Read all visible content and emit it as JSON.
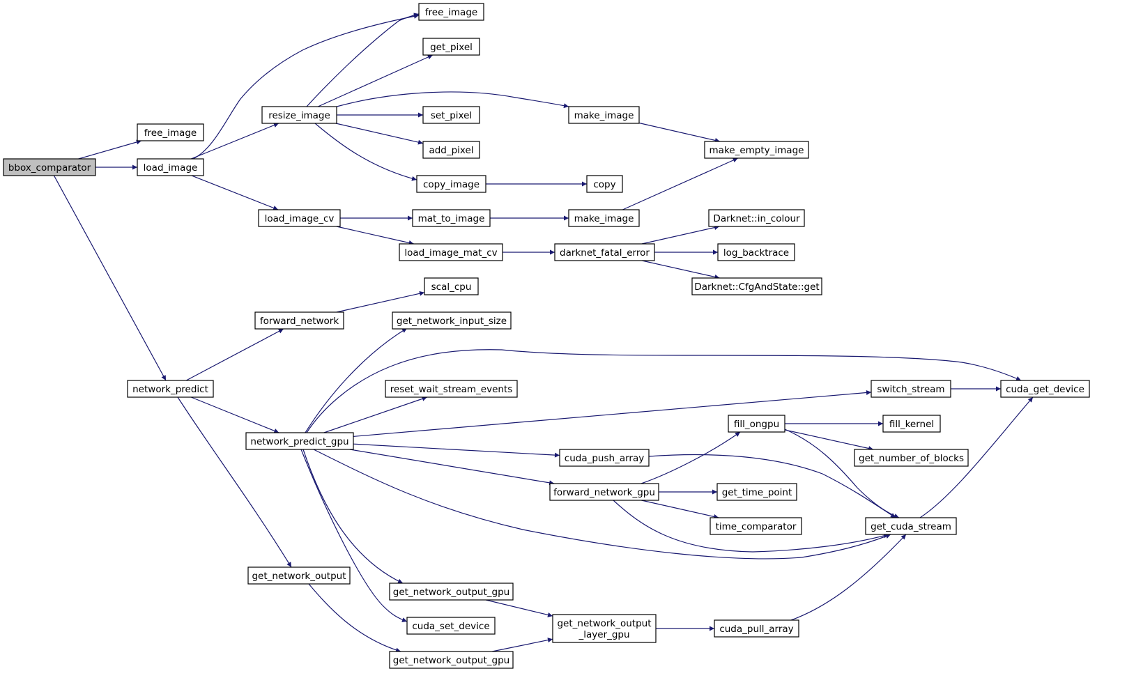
{
  "colors": {
    "edge": "#191970",
    "node_border": "#000000",
    "node_fill": "#ffffff",
    "root_fill": "#bfbfbf"
  },
  "nodes": [
    {
      "id": "bbox_comparator",
      "lines": [
        "bbox_comparator"
      ],
      "root": true
    },
    {
      "id": "free_image_1",
      "lines": [
        "free_image"
      ]
    },
    {
      "id": "load_image",
      "lines": [
        "load_image"
      ]
    },
    {
      "id": "network_predict",
      "lines": [
        "network_predict"
      ]
    },
    {
      "id": "free_image_2",
      "lines": [
        "free_image"
      ]
    },
    {
      "id": "get_pixel",
      "lines": [
        "get_pixel"
      ]
    },
    {
      "id": "resize_image",
      "lines": [
        "resize_image"
      ]
    },
    {
      "id": "set_pixel",
      "lines": [
        "set_pixel"
      ]
    },
    {
      "id": "add_pixel",
      "lines": [
        "add_pixel"
      ]
    },
    {
      "id": "copy_image",
      "lines": [
        "copy_image"
      ]
    },
    {
      "id": "make_image_1",
      "lines": [
        "make_image"
      ]
    },
    {
      "id": "make_empty_image",
      "lines": [
        "make_empty_image"
      ]
    },
    {
      "id": "copy",
      "lines": [
        "copy"
      ]
    },
    {
      "id": "load_image_cv",
      "lines": [
        "load_image_cv"
      ]
    },
    {
      "id": "mat_to_image",
      "lines": [
        "mat_to_image"
      ]
    },
    {
      "id": "make_image_2",
      "lines": [
        "make_image"
      ]
    },
    {
      "id": "load_image_mat_cv",
      "lines": [
        "load_image_mat_cv"
      ]
    },
    {
      "id": "darknet_fatal_error",
      "lines": [
        "darknet_fatal_error"
      ]
    },
    {
      "id": "in_colour",
      "lines": [
        "Darknet::in_colour"
      ]
    },
    {
      "id": "log_backtrace",
      "lines": [
        "log_backtrace"
      ]
    },
    {
      "id": "cfg_get",
      "lines": [
        "Darknet::CfgAndState::get"
      ]
    },
    {
      "id": "scal_cpu",
      "lines": [
        "scal_cpu"
      ]
    },
    {
      "id": "forward_network",
      "lines": [
        "forward_network"
      ]
    },
    {
      "id": "get_network_input_size",
      "lines": [
        "get_network_input_size"
      ]
    },
    {
      "id": "reset_wait_stream_events",
      "lines": [
        "reset_wait_stream_events"
      ]
    },
    {
      "id": "network_predict_gpu",
      "lines": [
        "network_predict_gpu"
      ]
    },
    {
      "id": "switch_stream",
      "lines": [
        "switch_stream"
      ]
    },
    {
      "id": "cuda_get_device",
      "lines": [
        "cuda_get_device"
      ]
    },
    {
      "id": "fill_ongpu",
      "lines": [
        "fill_ongpu"
      ]
    },
    {
      "id": "fill_kernel",
      "lines": [
        "fill_kernel"
      ]
    },
    {
      "id": "get_number_of_blocks",
      "lines": [
        "get_number_of_blocks"
      ]
    },
    {
      "id": "cuda_push_array",
      "lines": [
        "cuda_push_array"
      ]
    },
    {
      "id": "forward_network_gpu",
      "lines": [
        "forward_network_gpu"
      ]
    },
    {
      "id": "get_time_point",
      "lines": [
        "get_time_point"
      ]
    },
    {
      "id": "time_comparator",
      "lines": [
        "time_comparator"
      ]
    },
    {
      "id": "get_cuda_stream",
      "lines": [
        "get_cuda_stream"
      ]
    },
    {
      "id": "get_network_output",
      "lines": [
        "get_network_output"
      ]
    },
    {
      "id": "get_network_output_gpu_1",
      "lines": [
        "get_network_output_gpu"
      ]
    },
    {
      "id": "cuda_set_device",
      "lines": [
        "cuda_set_device"
      ]
    },
    {
      "id": "get_network_output_layer_gpu",
      "lines": [
        "get_network_output",
        "_layer_gpu"
      ]
    },
    {
      "id": "cuda_pull_array",
      "lines": [
        "cuda_pull_array"
      ]
    },
    {
      "id": "get_network_output_gpu_2",
      "lines": [
        "get_network_output_gpu"
      ]
    }
  ],
  "edges": [
    [
      "bbox_comparator",
      "free_image_1"
    ],
    [
      "bbox_comparator",
      "load_image"
    ],
    [
      "bbox_comparator",
      "network_predict"
    ],
    [
      "load_image",
      "free_image_2"
    ],
    [
      "load_image",
      "resize_image"
    ],
    [
      "load_image",
      "load_image_cv"
    ],
    [
      "resize_image",
      "free_image_2"
    ],
    [
      "resize_image",
      "get_pixel"
    ],
    [
      "resize_image",
      "set_pixel"
    ],
    [
      "resize_image",
      "add_pixel"
    ],
    [
      "resize_image",
      "copy_image"
    ],
    [
      "resize_image",
      "make_image_1"
    ],
    [
      "make_image_1",
      "make_empty_image"
    ],
    [
      "copy_image",
      "copy"
    ],
    [
      "load_image_cv",
      "mat_to_image"
    ],
    [
      "load_image_cv",
      "load_image_mat_cv"
    ],
    [
      "mat_to_image",
      "make_image_2"
    ],
    [
      "make_image_2",
      "make_empty_image"
    ],
    [
      "load_image_mat_cv",
      "darknet_fatal_error"
    ],
    [
      "darknet_fatal_error",
      "in_colour"
    ],
    [
      "darknet_fatal_error",
      "log_backtrace"
    ],
    [
      "darknet_fatal_error",
      "cfg_get"
    ],
    [
      "network_predict",
      "forward_network"
    ],
    [
      "network_predict",
      "network_predict_gpu"
    ],
    [
      "network_predict",
      "get_network_output"
    ],
    [
      "forward_network",
      "scal_cpu"
    ],
    [
      "network_predict_gpu",
      "get_network_input_size"
    ],
    [
      "network_predict_gpu",
      "reset_wait_stream_events"
    ],
    [
      "network_predict_gpu",
      "cuda_get_device"
    ],
    [
      "network_predict_gpu",
      "switch_stream"
    ],
    [
      "network_predict_gpu",
      "cuda_push_array"
    ],
    [
      "network_predict_gpu",
      "forward_network_gpu"
    ],
    [
      "network_predict_gpu",
      "get_cuda_stream"
    ],
    [
      "network_predict_gpu",
      "get_network_output_gpu_1"
    ],
    [
      "network_predict_gpu",
      "cuda_set_device"
    ],
    [
      "switch_stream",
      "cuda_get_device"
    ],
    [
      "fill_ongpu",
      "fill_kernel"
    ],
    [
      "fill_ongpu",
      "get_number_of_blocks"
    ],
    [
      "fill_ongpu",
      "get_cuda_stream"
    ],
    [
      "cuda_push_array",
      "get_cuda_stream"
    ],
    [
      "forward_network_gpu",
      "fill_ongpu"
    ],
    [
      "forward_network_gpu",
      "get_time_point"
    ],
    [
      "forward_network_gpu",
      "time_comparator"
    ],
    [
      "forward_network_gpu",
      "get_cuda_stream"
    ],
    [
      "get_cuda_stream",
      "cuda_get_device"
    ],
    [
      "get_network_output",
      "get_network_output_gpu_2"
    ],
    [
      "get_network_output_gpu_1",
      "get_network_output_layer_gpu"
    ],
    [
      "get_network_output_gpu_2",
      "get_network_output_layer_gpu"
    ],
    [
      "get_network_output_layer_gpu",
      "cuda_pull_array"
    ],
    [
      "cuda_pull_array",
      "get_cuda_stream"
    ]
  ]
}
